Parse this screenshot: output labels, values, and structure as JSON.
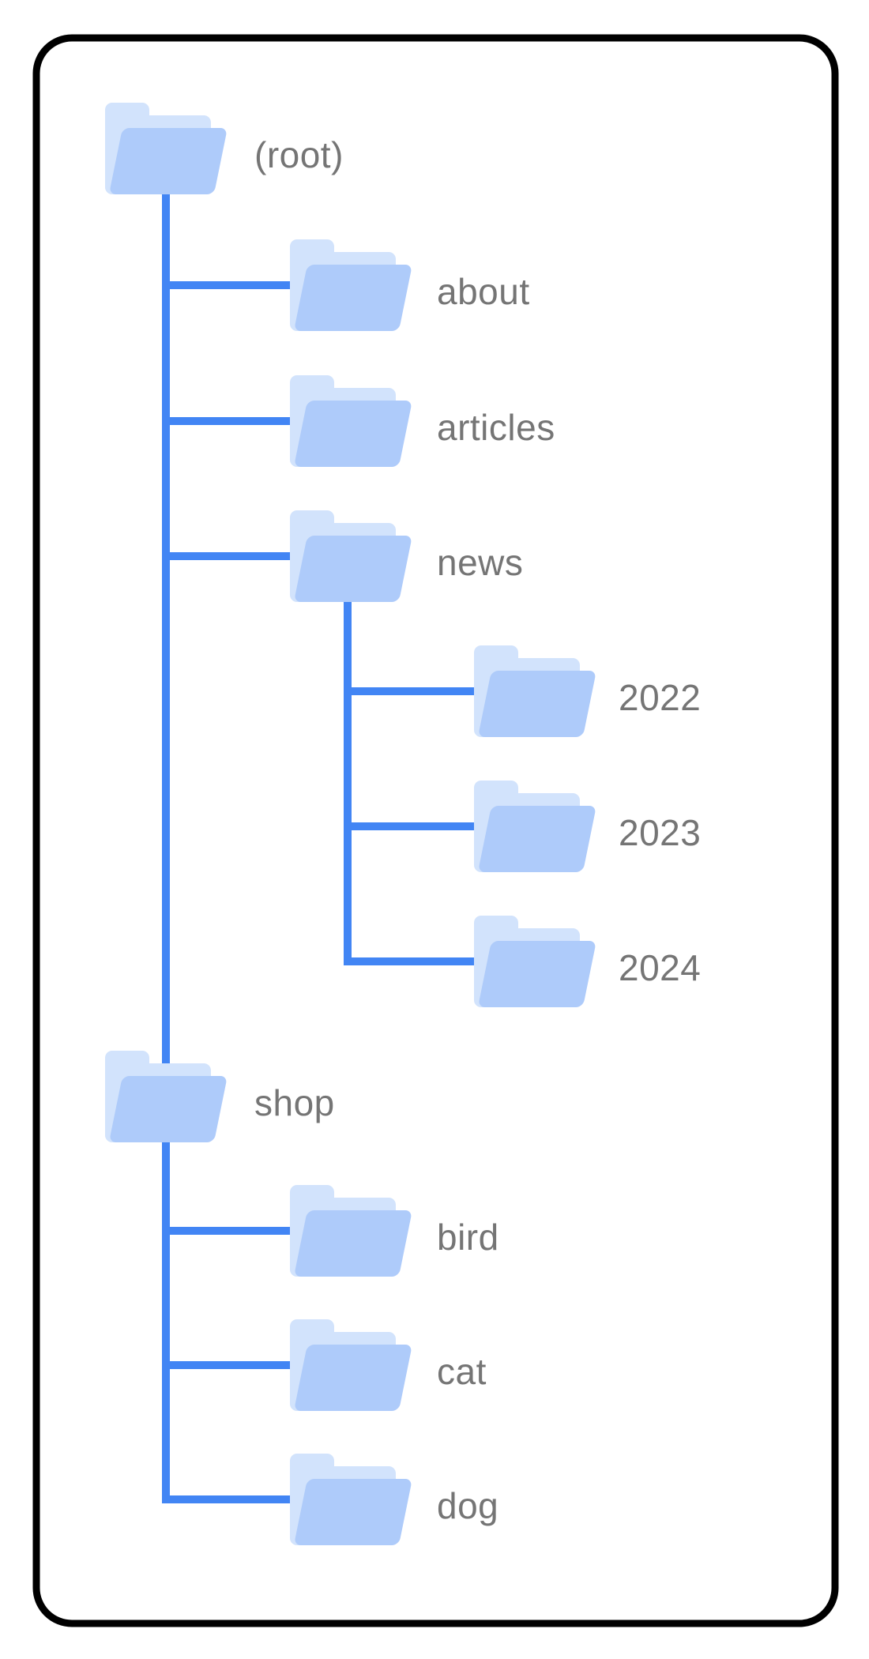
{
  "diagram": {
    "kind": "site-folder-tree",
    "colors": {
      "connector_blue": "#4285f4",
      "folder_front_blue": "#aecbfa",
      "folder_back_blue": "#d2e3fc",
      "label_gray": "#757575",
      "frame_black": "#000000",
      "background": "#ffffff"
    },
    "tree": {
      "root": {
        "label": "(root)",
        "children": [
          {
            "label": "about",
            "children": []
          },
          {
            "label": "articles",
            "children": []
          },
          {
            "label": "news",
            "children": [
              {
                "label": "2022"
              },
              {
                "label": "2023"
              },
              {
                "label": "2024"
              }
            ]
          },
          {
            "label": "shop",
            "children": [
              {
                "label": "bird"
              },
              {
                "label": "cat"
              },
              {
                "label": "dog"
              }
            ]
          }
        ]
      }
    }
  }
}
